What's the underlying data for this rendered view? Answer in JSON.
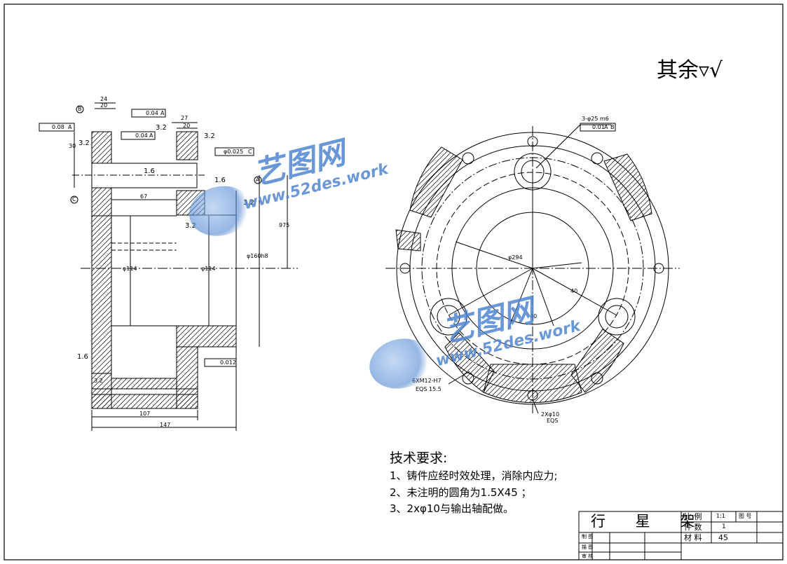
{
  "roughness_note": "其余",
  "technical_requirements": {
    "title": "技术要求:",
    "items": [
      "1、铸件应经时效处理，消除内应力;",
      "2、未注明的圆角为1.5X45 ；",
      "3、2xφ10与输出轴配做。"
    ]
  },
  "title_block": {
    "part_name": "行 星 架",
    "scale_label": "比 例",
    "scale_value": "1:1",
    "drawing_no_label": "图 号",
    "qty_label": "件 数",
    "qty_value": "1",
    "material_label": "材 料",
    "material_value": "45",
    "designer_label": "制 图",
    "checker_label": "描 图",
    "approver_label": "审 核"
  },
  "section_view": {
    "dims": [
      "24",
      "20",
      "27",
      "20",
      "30",
      "67",
      "107",
      "147",
      "975",
      "φ114",
      "φ114",
      "φ160h8"
    ],
    "tolerances": [
      "0.08",
      "A",
      "0.04",
      "A",
      "0.04",
      "A",
      "φ0.025",
      "C",
      "0.012"
    ],
    "roughness": [
      "3.2",
      "3.2",
      "3.2",
      "1.6",
      "1.6",
      "3.2",
      "3.2",
      "1.6",
      "3.2"
    ],
    "datums": [
      "B",
      "C",
      "A"
    ]
  },
  "front_view": {
    "hole_callout": "3-φ25 m6",
    "hole_tolerance": [
      "0.01",
      "A",
      "B"
    ],
    "bore_dim": "φ294",
    "angle_1": "40",
    "angle_2": "40",
    "thread_callout": "6XM12-H7",
    "thread_depth": "EQS 15.5",
    "pin_callout": "2Xφ10",
    "pin_note": "EQS"
  },
  "watermark": {
    "brand": "艺图网",
    "url": "www.52des.work",
    "color": "#4f86d1"
  }
}
